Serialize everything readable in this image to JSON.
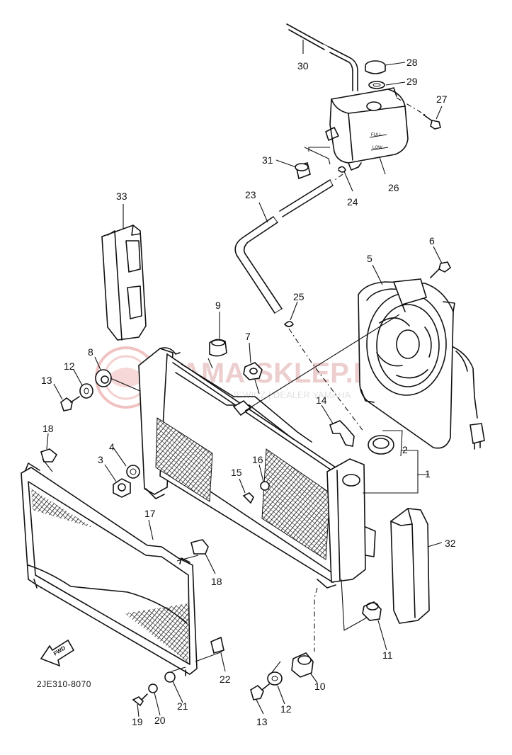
{
  "diagram_code": "2JE310-8070",
  "fwd_label": "FWD",
  "watermark": {
    "text": "YAMA-SKLEP.PL",
    "subtext": "WOJCIECH JEWICZ | DEALER YAMAHA"
  },
  "callouts": [
    {
      "id": "c1",
      "label": "1"
    },
    {
      "id": "c2",
      "label": "2"
    },
    {
      "id": "c3",
      "label": "3"
    },
    {
      "id": "c4",
      "label": "4"
    },
    {
      "id": "c5",
      "label": "5"
    },
    {
      "id": "c6",
      "label": "6"
    },
    {
      "id": "c7",
      "label": "7"
    },
    {
      "id": "c8",
      "label": "8"
    },
    {
      "id": "c9",
      "label": "9"
    },
    {
      "id": "c10",
      "label": "10"
    },
    {
      "id": "c11",
      "label": "11"
    },
    {
      "id": "c12a",
      "label": "12"
    },
    {
      "id": "c12b",
      "label": "12"
    },
    {
      "id": "c13a",
      "label": "13"
    },
    {
      "id": "c13b",
      "label": "13"
    },
    {
      "id": "c14",
      "label": "14"
    },
    {
      "id": "c15",
      "label": "15"
    },
    {
      "id": "c16",
      "label": "16"
    },
    {
      "id": "c17",
      "label": "17"
    },
    {
      "id": "c18a",
      "label": "18"
    },
    {
      "id": "c18b",
      "label": "18"
    },
    {
      "id": "c19",
      "label": "19"
    },
    {
      "id": "c20",
      "label": "20"
    },
    {
      "id": "c21",
      "label": "21"
    },
    {
      "id": "c22",
      "label": "22"
    },
    {
      "id": "c23",
      "label": "23"
    },
    {
      "id": "c24",
      "label": "24"
    },
    {
      "id": "c25",
      "label": "25"
    },
    {
      "id": "c26",
      "label": "26"
    },
    {
      "id": "c27",
      "label": "27"
    },
    {
      "id": "c28",
      "label": "28"
    },
    {
      "id": "c29",
      "label": "29"
    },
    {
      "id": "c30",
      "label": "30"
    },
    {
      "id": "c31",
      "label": "31"
    },
    {
      "id": "c32",
      "label": "32"
    },
    {
      "id": "c33",
      "label": "33"
    }
  ]
}
